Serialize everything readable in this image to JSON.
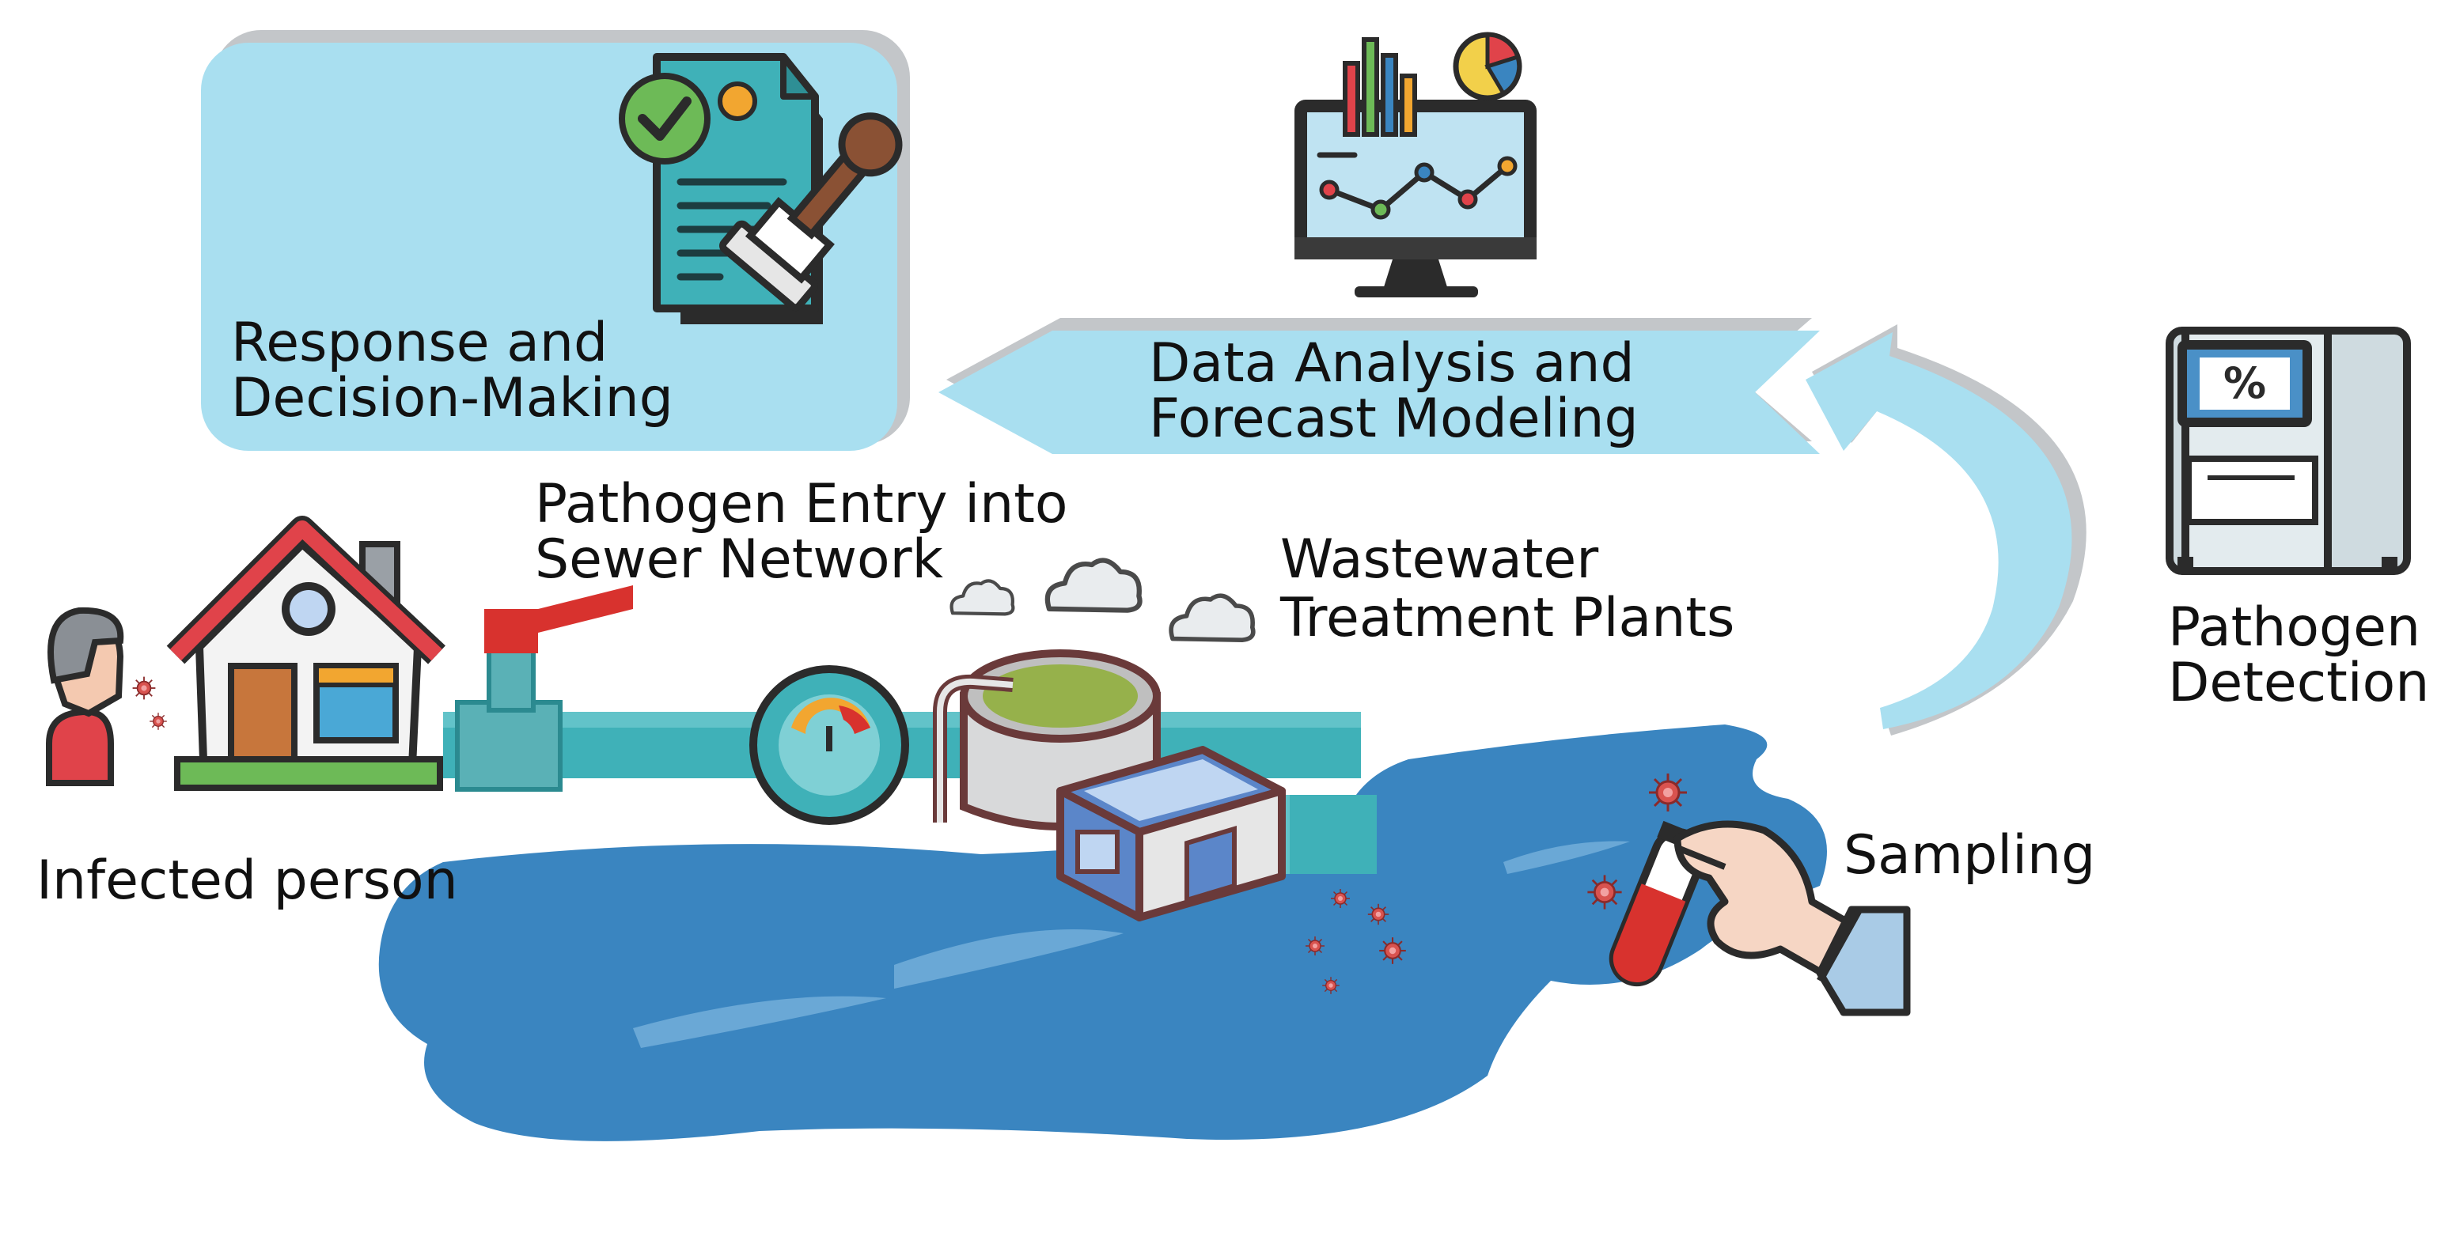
{
  "labels": {
    "response": {
      "line1": "Response and",
      "line2": "Decision-Making"
    },
    "data_analysis": {
      "line1": "Data Analysis and",
      "line2": "Forecast Modeling"
    },
    "pathogen_detection": {
      "line1": "Pathogen",
      "line2": "Detection"
    },
    "pathogen_entry": {
      "line1": "Pathogen Entry into",
      "line2": "Sewer Network"
    },
    "wwtp": {
      "line1": "Wastewater",
      "line2": "Treatment Plants"
    },
    "infected_person": "Infected person",
    "sampling": "Sampling"
  },
  "colors": {
    "panel_light_blue": "#a9dff0",
    "water_blue": "#3a85c0",
    "pipe_teal": "#3fb1b8",
    "valve_red": "#d8322e",
    "roof_red": "#e0434a",
    "shadow_gray": "#c3c6c9",
    "outline": "#2b2b2b"
  },
  "icons": [
    "document-stamp-icon",
    "monitor-chart-icon",
    "pcr-machine-icon",
    "house-icon",
    "person-coughing-icon",
    "valve-icon",
    "pressure-gauge-icon",
    "treatment-tank-icon",
    "treatment-building-icon",
    "cloud-icon",
    "virus-icon",
    "sampling-hand-icon",
    "test-tube-icon"
  ]
}
